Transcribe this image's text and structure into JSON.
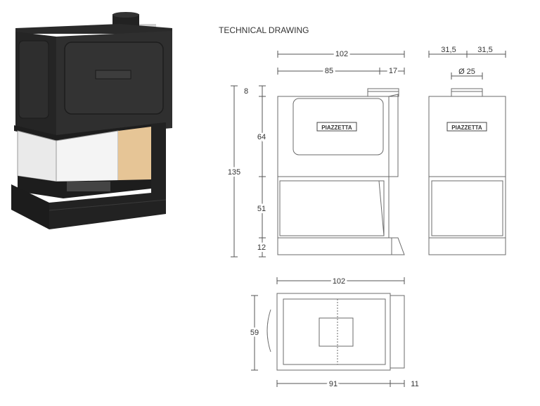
{
  "page": {
    "title": "TECHNICAL DRAWING"
  },
  "colors": {
    "dimension_line": "#555555",
    "drawing_line": "#6b6b6b",
    "stove_body": "#2b2b2b",
    "stove_dark": "#1a1a1a",
    "firebrick": "#e7c79a",
    "background": "#ffffff"
  },
  "brand": {
    "logo_text": "PIAZZETTA"
  },
  "front_view": {
    "dim_total_width": "102",
    "dim_body_width": "85",
    "dim_side_width": "17",
    "dim_top": "8",
    "dim_upper": "64",
    "dim_total_height": "135",
    "dim_glass": "51",
    "dim_base": "12"
  },
  "side_view": {
    "dim_half_left": "31,5",
    "dim_half_right": "31,5",
    "dim_flue": "Ø 25"
  },
  "top_view": {
    "dim_width": "102",
    "dim_depth": "59",
    "dim_inner": "91",
    "dim_offset": "11"
  },
  "product_image": {
    "description_icon": "fireplace-photo"
  }
}
